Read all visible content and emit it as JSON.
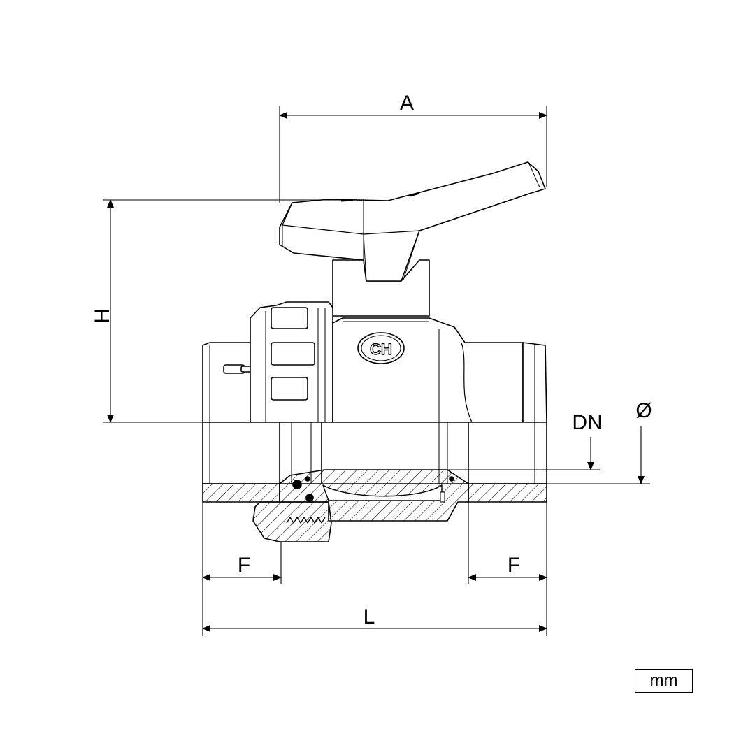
{
  "dimensions": {
    "A": "A",
    "H": "H",
    "L": "L",
    "F_left": "F",
    "F_right": "F",
    "DN": "DN",
    "diameter": "Ø"
  },
  "logo": {
    "text": "CH"
  },
  "units": {
    "label": "mm"
  }
}
